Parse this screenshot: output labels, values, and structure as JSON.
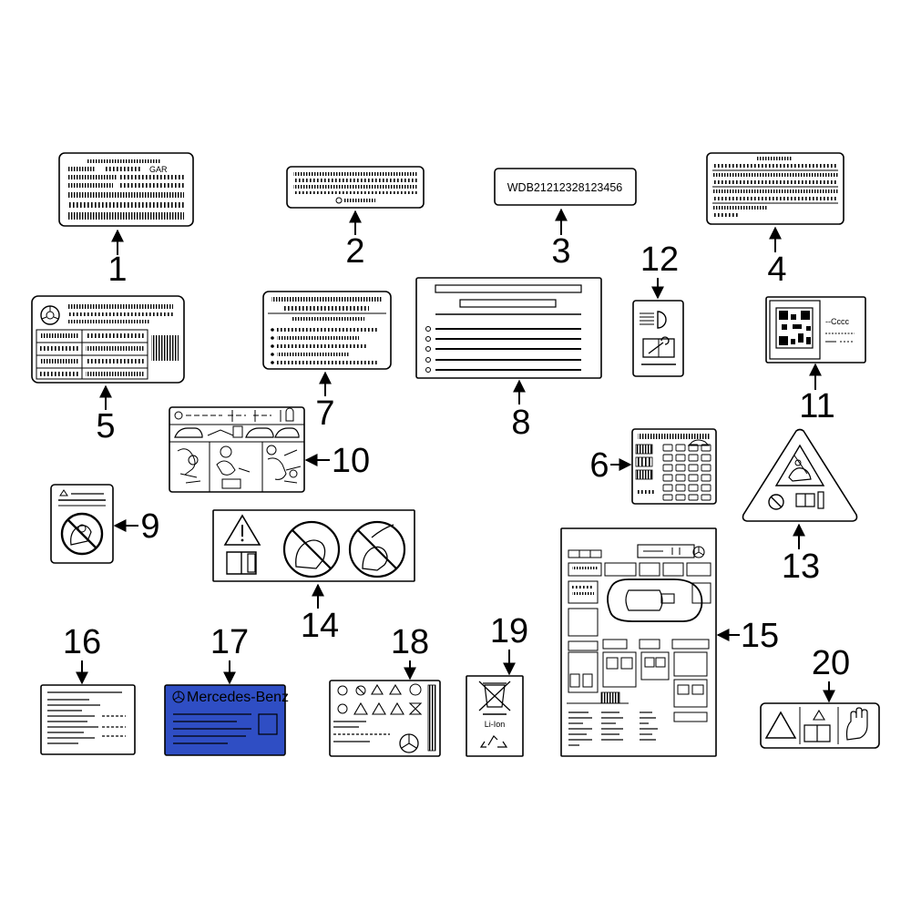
{
  "callouts": {
    "c1": "1",
    "c2": "2",
    "c3": "3",
    "c4": "4",
    "c5": "5",
    "c6": "6",
    "c7": "7",
    "c8": "8",
    "c9": "9",
    "c10": "10",
    "c11": "11",
    "c12": "12",
    "c13": "13",
    "c14": "14",
    "c15": "15",
    "c16": "16",
    "c17": "17",
    "c18": "18",
    "c19": "19",
    "c20": "20"
  },
  "label_texts": {
    "vin": "WDB21212328123456",
    "label1_code": "GAR",
    "brand": "Mercedes-Benz",
    "battery": "Li-Ion",
    "label11_text": "--Cccc"
  },
  "colors": {
    "line": "#000000",
    "label_fill": "#ffffff",
    "label17_fill": "#2f4ec4"
  }
}
